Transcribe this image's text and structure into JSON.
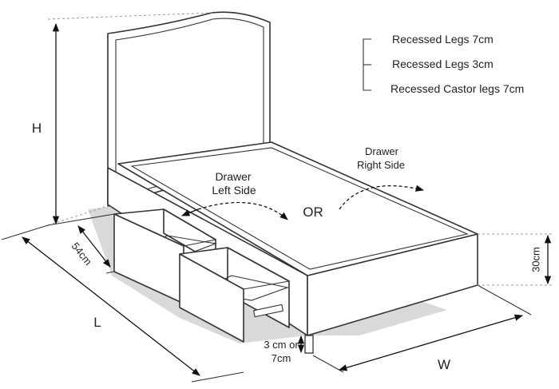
{
  "legend": {
    "items": [
      {
        "label": "Recessed Legs 7cm"
      },
      {
        "label": "Recessed Legs 3cm"
      },
      {
        "label": "Recessed Castor legs 7cm"
      }
    ]
  },
  "labels": {
    "drawer_left": [
      "Drawer",
      "Left Side"
    ],
    "drawer_right": [
      "Drawer",
      "Right Side"
    ],
    "or": "OR"
  },
  "dimensions": {
    "height": "H",
    "width": "W",
    "length": "L",
    "depth": "54cm",
    "base_height": "30cm",
    "leg_height": [
      "3 cm or",
      "7cm"
    ]
  },
  "colors": {
    "line": "#333333",
    "shadow": "#d9d9d9",
    "arrow": "#111111"
  }
}
